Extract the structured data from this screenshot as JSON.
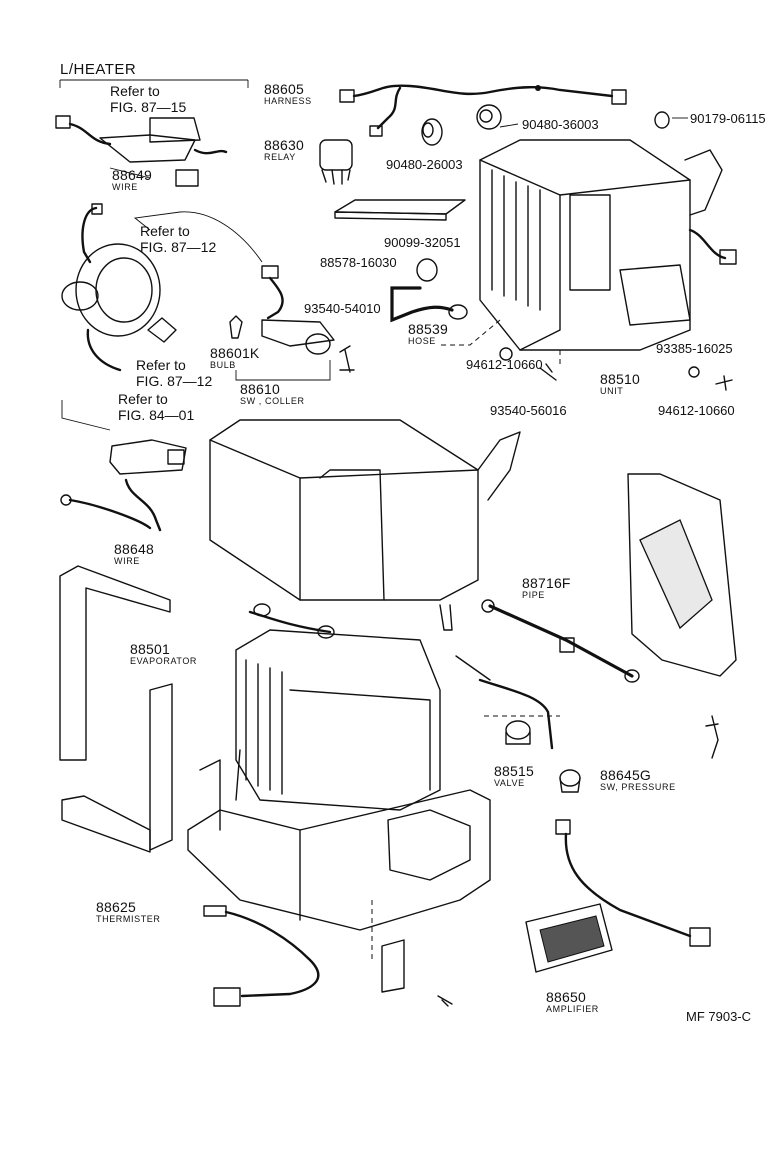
{
  "header": {
    "title": "L/HEATER"
  },
  "refs": [
    {
      "line1": "Refer to",
      "line2": "FIG. 87—15"
    },
    {
      "line1": "Refer to",
      "line2": "FIG. 87—12"
    },
    {
      "line1": "Refer to",
      "line2": "FIG. 87—12"
    },
    {
      "line1": "Refer to",
      "line2": "FIG. 84—01"
    }
  ],
  "parts": [
    {
      "number": "88605",
      "name": "HARNESS"
    },
    {
      "number": "88630",
      "name": "RELAY"
    },
    {
      "number": "88649",
      "name": "WIRE"
    },
    {
      "number": "88578-16030",
      "name": ""
    },
    {
      "number": "90099-32051",
      "name": ""
    },
    {
      "number": "90480-36003",
      "name": ""
    },
    {
      "number": "90480-26003",
      "name": ""
    },
    {
      "number": "90179-06115",
      "name": ""
    },
    {
      "number": "93540-54010",
      "name": ""
    },
    {
      "number": "88539",
      "name": "HOSE"
    },
    {
      "number": "88601K",
      "name": "BULB"
    },
    {
      "number": "88610",
      "name": "SW , COLLER"
    },
    {
      "number": "94612-10660",
      "name": ""
    },
    {
      "number": "93540-56016",
      "name": ""
    },
    {
      "number": "88510",
      "name": "UNIT"
    },
    {
      "number": "93385-16025",
      "name": ""
    },
    {
      "number": "94612-10660",
      "name": ""
    },
    {
      "number": "88648",
      "name": "WIRE"
    },
    {
      "number": "88716F",
      "name": "PIPE"
    },
    {
      "number": "88501",
      "name": "EVAPORATOR"
    },
    {
      "number": "88515",
      "name": "VALVE"
    },
    {
      "number": "88645G",
      "name": "SW, PRESSURE"
    },
    {
      "number": "88625",
      "name": "THERMISTER"
    },
    {
      "number": "88650",
      "name": "AMPLIFIER"
    }
  ],
  "figure_code": "MF 7903-C",
  "icons": [
    "part-illustration"
  ]
}
